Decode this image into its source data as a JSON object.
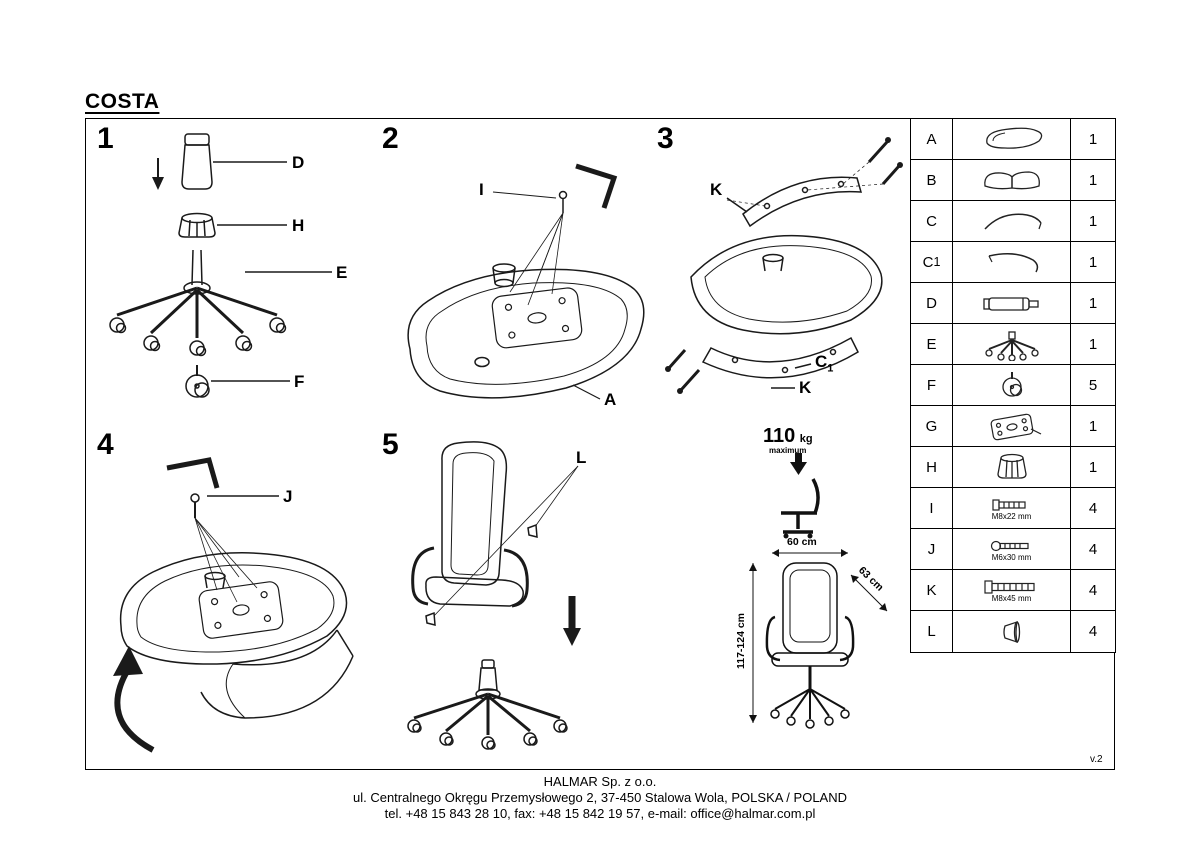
{
  "title": "COSTA",
  "version": "v.2",
  "steps": {
    "s1": {
      "num": "1",
      "label_d": "D",
      "label_h": "H",
      "label_e": "E",
      "label_f": "F"
    },
    "s2": {
      "num": "2",
      "label_i": "I",
      "label_a": "A"
    },
    "s3": {
      "num": "3",
      "label_k_top": "K",
      "label_c": "C",
      "label_c_sub": "1",
      "label_k_bottom": "K"
    },
    "s4": {
      "num": "4",
      "label_j": "J"
    },
    "s5": {
      "num": "5",
      "label_l": "L"
    }
  },
  "weight": {
    "value": "110",
    "unit": "kg",
    "note": "maximum"
  },
  "dimensions": {
    "width": "60 cm",
    "depth": "63 cm",
    "height": "117-124 cm"
  },
  "parts_table": [
    {
      "id": "A",
      "qty": "1"
    },
    {
      "id": "B",
      "qty": "1"
    },
    {
      "id": "C",
      "qty": "1"
    },
    {
      "id": "C",
      "sub": "1",
      "qty": "1"
    },
    {
      "id": "D",
      "qty": "1"
    },
    {
      "id": "E",
      "qty": "1"
    },
    {
      "id": "F",
      "qty": "5"
    },
    {
      "id": "G",
      "qty": "1"
    },
    {
      "id": "H",
      "qty": "1"
    },
    {
      "id": "I",
      "size": "M8x22 mm",
      "qty": "4"
    },
    {
      "id": "J",
      "size": "M6x30 mm",
      "qty": "4"
    },
    {
      "id": "K",
      "size": "M8x45 mm",
      "qty": "4"
    },
    {
      "id": "L",
      "qty": "4"
    }
  ],
  "footer": {
    "company": "HALMAR Sp. z o.o.",
    "address": "ul. Centralnego Okręgu Przemysłowego 2, 37-450 Stalowa Wola, POLSKA / POLAND",
    "contact": "tel. +48 15 843 28 10, fax: +48 15 842 19 57, e-mail: office@halmar.com.pl"
  }
}
